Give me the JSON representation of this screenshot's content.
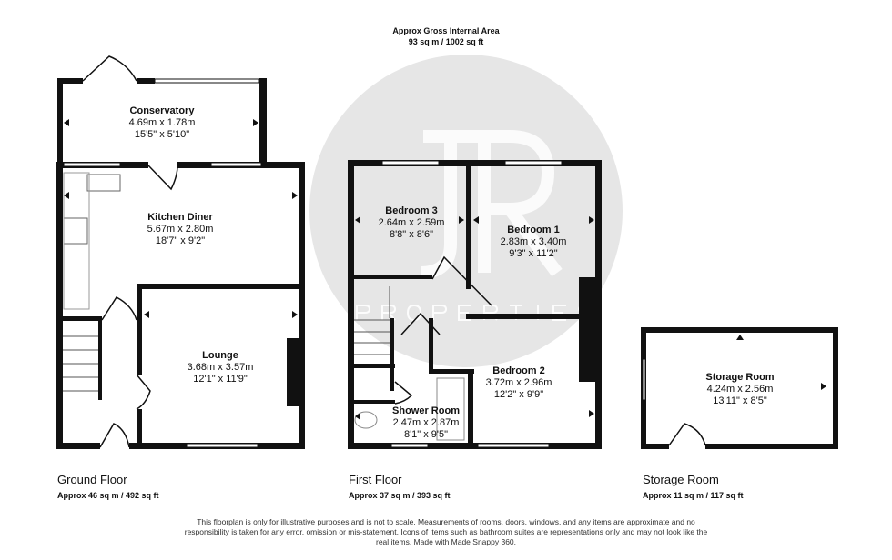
{
  "header": {
    "title": "Approx Gross Internal Area",
    "area": "93 sq m / 1002 sq ft"
  },
  "watermark": {
    "letters": "JR",
    "text": "PROPERTIES"
  },
  "floors": [
    {
      "name": "Ground Floor",
      "area": "Approx 46 sq m / 492 sq ft",
      "rooms": [
        {
          "name": "Conservatory",
          "metric": "4.69m x 1.78m",
          "imperial": "15'5\" x 5'10\""
        },
        {
          "name": "Kitchen Diner",
          "metric": "5.67m x 2.80m",
          "imperial": "18'7\" x 9'2\""
        },
        {
          "name": "Lounge",
          "metric": "3.68m x 3.57m",
          "imperial": "12'1\" x 11'9\""
        }
      ]
    },
    {
      "name": "First Floor",
      "area": "Approx 37 sq m / 393 sq ft",
      "rooms": [
        {
          "name": "Bedroom 3",
          "metric": "2.64m x 2.59m",
          "imperial": "8'8\" x 8'6\""
        },
        {
          "name": "Bedroom 1",
          "metric": "2.83m x 3.40m",
          "imperial": "9'3\" x 11'2\""
        },
        {
          "name": "Bedroom 2",
          "metric": "3.72m x 2.96m",
          "imperial": "12'2\" x 9'9\""
        },
        {
          "name": "Shower Room",
          "metric": "2.47m x 2.87m",
          "imperial": "8'1\" x 9'5\""
        }
      ]
    },
    {
      "name": "Storage Room",
      "area": "Approx 11 sq m / 117 sq ft",
      "rooms": [
        {
          "name": "Storage Room",
          "metric": "4.24m x 2.56m",
          "imperial": "13'11\" x 8'5\""
        }
      ]
    }
  ],
  "disclaimer": "This floorplan is only for illustrative purposes and is not to scale. Measurements of rooms, doors, windows, and any items are approximate and no responsibility is taken for any error, omission or mis-statement. Icons of items such as bathroom suites are representations only and may not look like the real items. Made with Made Snappy 360."
}
